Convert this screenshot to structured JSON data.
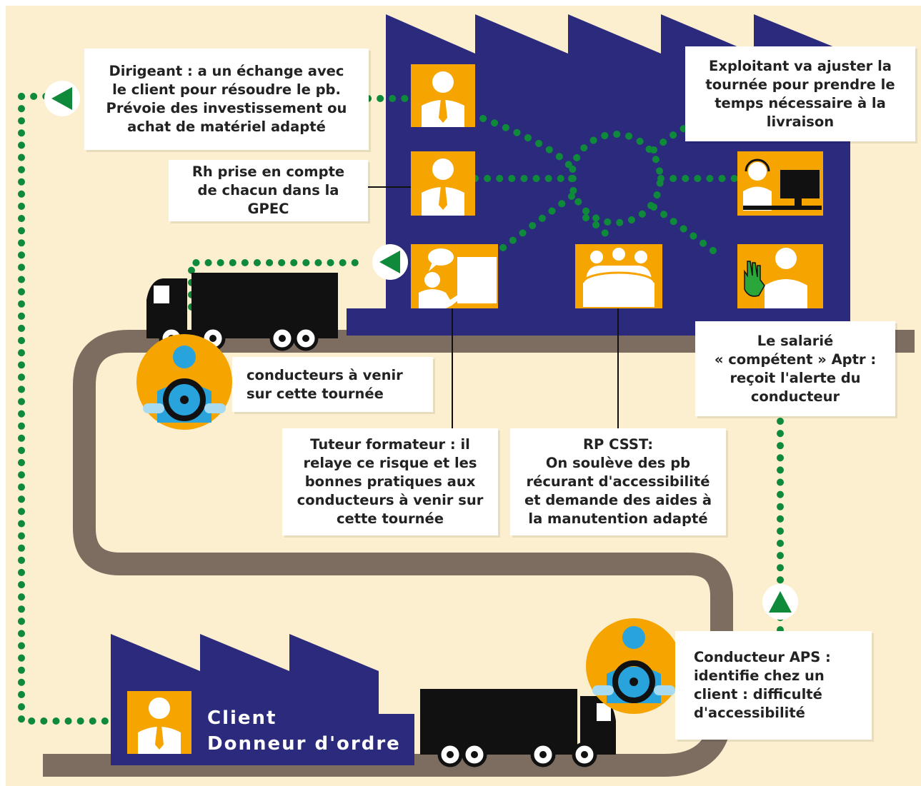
{
  "colors": {
    "background": "#fcefd0",
    "building": "#2b2a7c",
    "road": "#7d6d61",
    "dots": "#0f8a3a",
    "icon_bg": "#f5a400",
    "driver_skin": "#29a3dc"
  },
  "labels": {
    "dirigeant": "Dirigeant : a un échange avec\nle client pour résoudre le pb.\nPrévoie des investissement ou\nachat de matériel adapté",
    "rh": "Rh prise en compte\nde chacun dans la\nGPEC",
    "exploitant": "Exploitant va ajuster la\ntournée pour prendre le\ntemps nécessaire à la\nlivraison",
    "salarie": "Le salarié\n« compétent » Aptr :\nreçoit l'alerte du\nconducteur",
    "conducteurs": "conducteurs à venir\nsur cette tournée",
    "tuteur": "Tuteur formateur : il\nrelaye ce risque et les\nbonnes pratiques aux\nconducteurs à venir sur\ncette tournée",
    "rp": "RP CSST:\nOn soulève des pb\nrécurant d'accessibilité\net demande des aides à\nla manutention adapté",
    "conducteur_aps": "Conducteur APS :\nidentifie chez un\nclient : difficulté\nd'accessibilité",
    "client_line1": "Client",
    "client_line2": "Donneur d'ordre"
  },
  "icons": [
    "manager-icon",
    "hr-icon",
    "operator-headset-icon",
    "trainer-icon",
    "meeting-icon",
    "stop-hand-icon",
    "driver-icon",
    "truck-icon",
    "client-manager-icon"
  ]
}
